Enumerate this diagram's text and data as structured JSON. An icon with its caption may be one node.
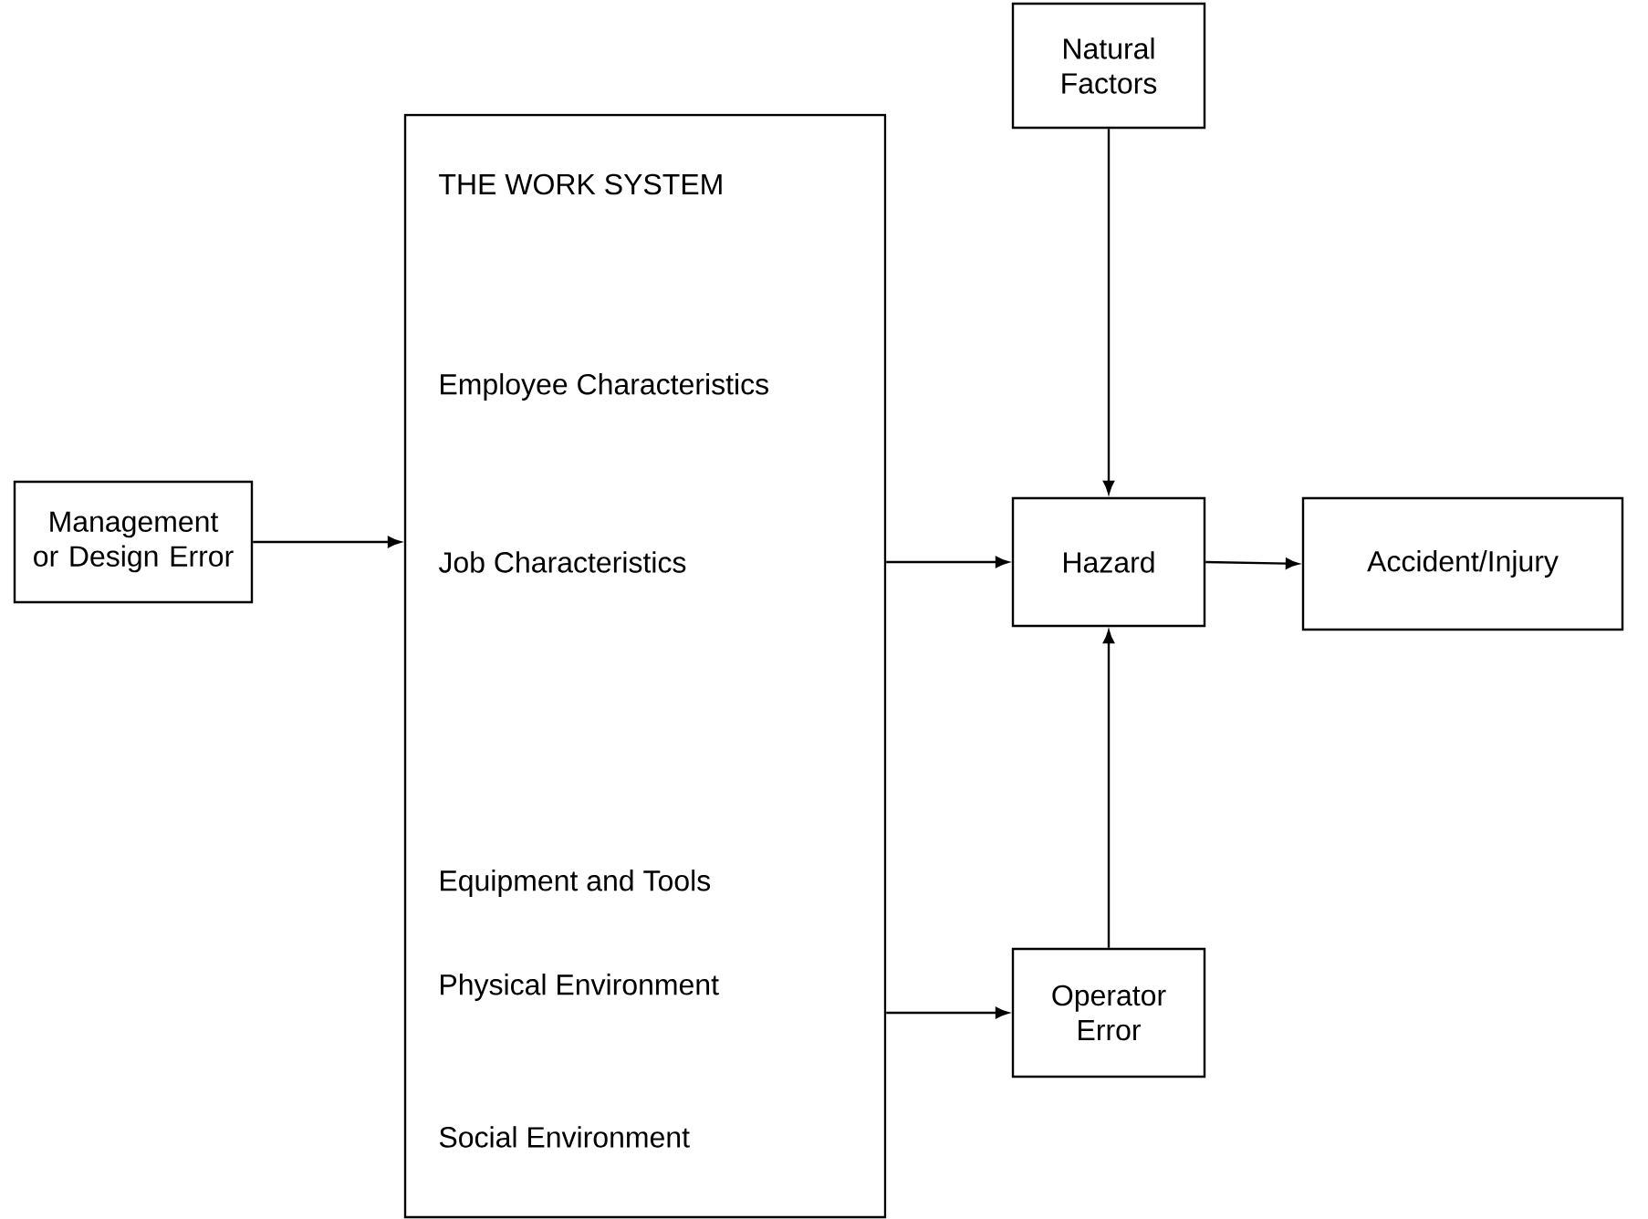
{
  "diagram": {
    "nodes": [
      {
        "text": [
          "Management or Design Error"
        ]
      },
      {
        "text": [
          "THE WORK SYSTEM",
          "Employee Characteristics",
          "Job Characteristics",
          "Equipment and Tools",
          "Physical Environment",
          "Social Environment"
        ]
      },
      {
        "text": [
          "Natural Factors"
        ]
      },
      {
        "text": [
          "Hazard"
        ]
      },
      {
        "text": [
          "Accident/Injury"
        ]
      },
      {
        "text": [
          "Operator Error"
        ]
      }
    ],
    "edges": [
      {
        "from": 0,
        "to": 1,
        "arrow": "to"
      },
      {
        "from": 1,
        "to": 3,
        "arrow": "to"
      },
      {
        "from": 2,
        "to": 3,
        "arrow": "to"
      },
      {
        "from": 3,
        "to": 4,
        "arrow": "to"
      },
      {
        "from": 5,
        "to": 3,
        "arrow": "to"
      },
      {
        "from": 1,
        "to": 5,
        "arrow": "to"
      }
    ]
  }
}
